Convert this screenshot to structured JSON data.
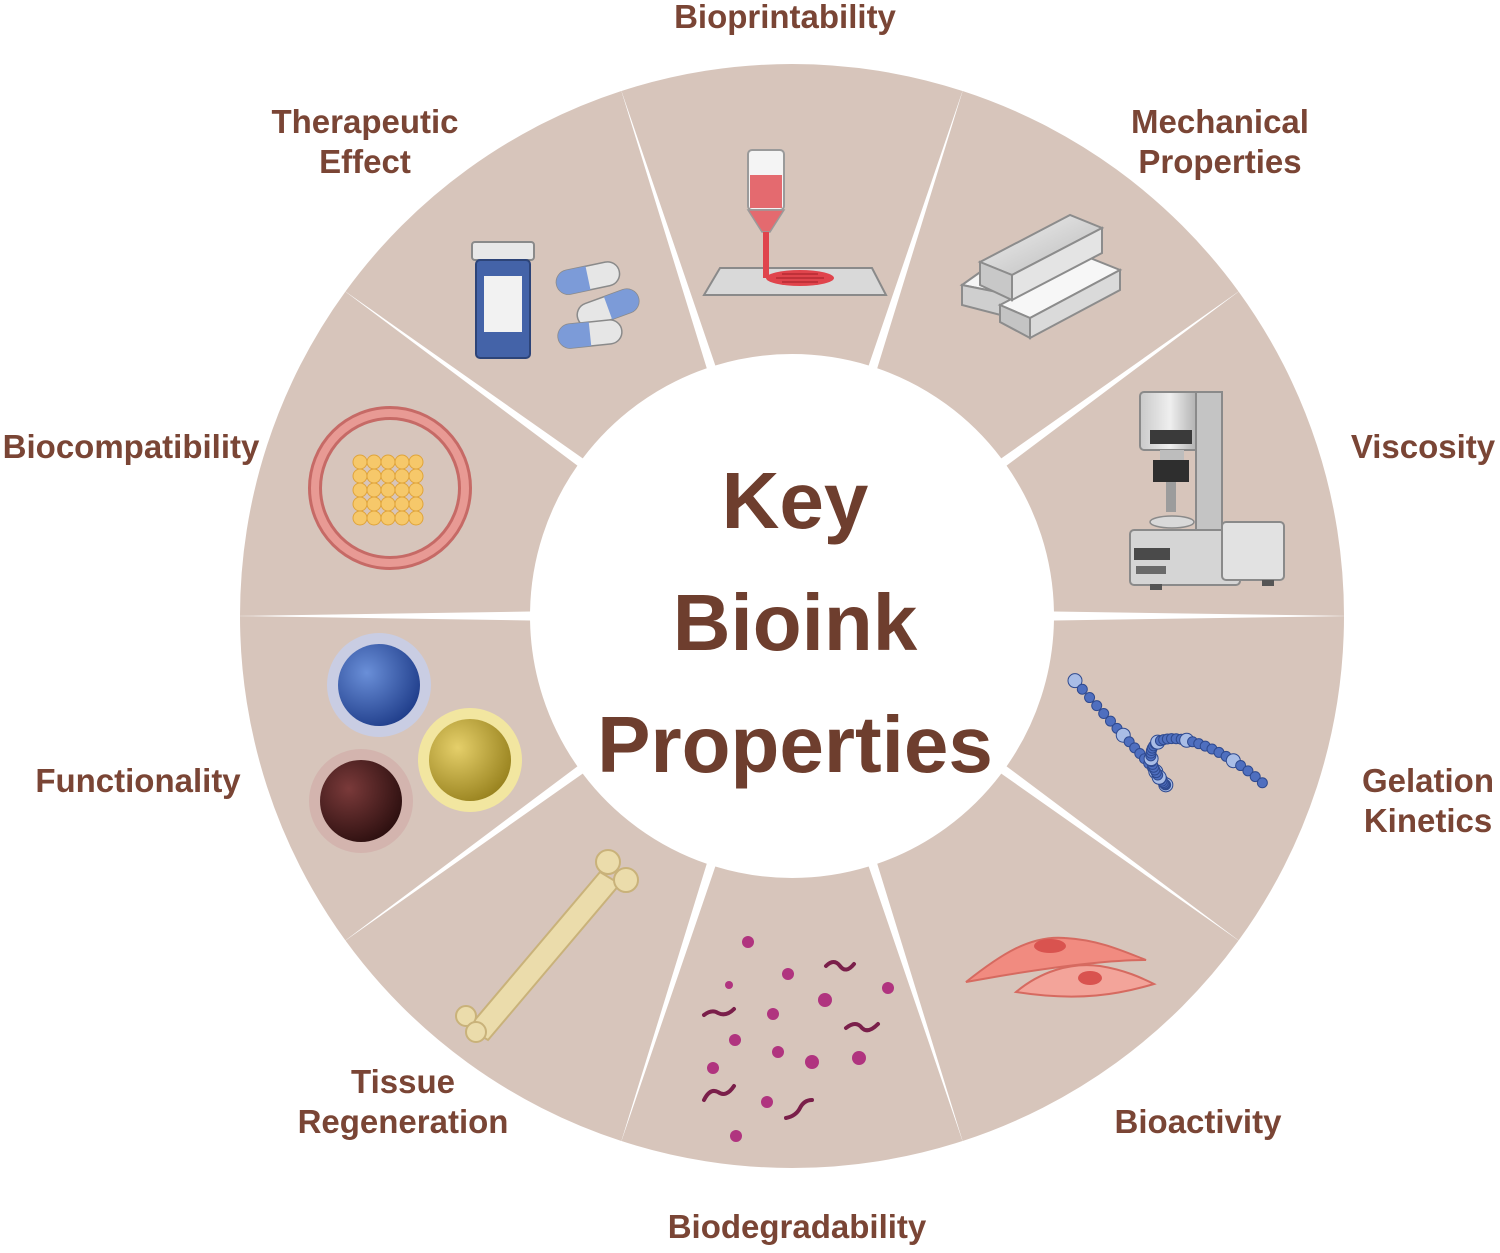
{
  "center": {
    "line1": "Key",
    "line2": "Bioink",
    "line3": "Properties"
  },
  "segments": [
    {
      "id": "bioprintability",
      "lines": [
        "Bioprintability"
      ],
      "icon": "bioprinter-nozzle-icon"
    },
    {
      "id": "mechanical",
      "lines": [
        "Mechanical",
        "Properties"
      ],
      "icon": "metal-ingots-icon"
    },
    {
      "id": "viscosity",
      "lines": [
        "Viscosity"
      ],
      "icon": "rheometer-icon"
    },
    {
      "id": "gelation",
      "lines": [
        "Gelation",
        "Kinetics"
      ],
      "icon": "polymer-chain-icon"
    },
    {
      "id": "bioactivity",
      "lines": [
        "Bioactivity"
      ],
      "icon": "cells-icon"
    },
    {
      "id": "biodegradability",
      "lines": [
        "Biodegradability"
      ],
      "icon": "degradation-fragments-icon"
    },
    {
      "id": "tissue",
      "lines": [
        "Tissue",
        "Regeneration"
      ],
      "icon": "bone-icon"
    },
    {
      "id": "functionality",
      "lines": [
        "Functionality"
      ],
      "icon": "spheres-icon"
    },
    {
      "id": "biocompatibility",
      "lines": [
        "Biocompatibility"
      ],
      "icon": "cell-ring-scaffold-icon"
    },
    {
      "id": "therapeutic",
      "lines": [
        "Therapeutic",
        "Effect"
      ],
      "icon": "pill-bottle-capsules-icon"
    }
  ],
  "colors": {
    "segment_fill": "#d7c5bb",
    "label_text": "#7a4535",
    "center_text": "#6e3e2e",
    "background": "#ffffff"
  }
}
